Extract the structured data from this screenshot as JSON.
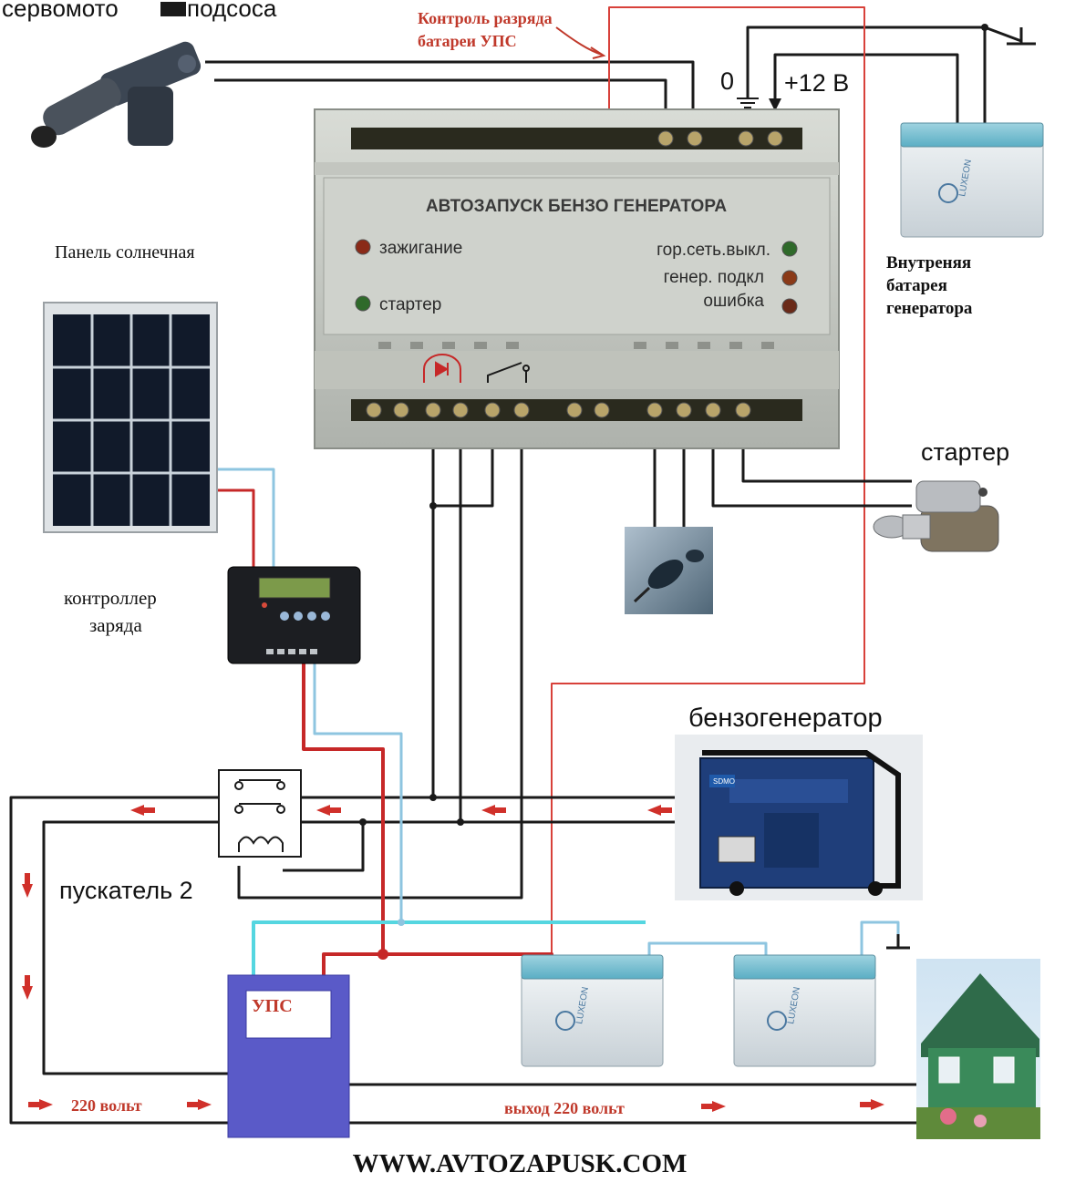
{
  "labels": {
    "servo": "сервомото",
    "servo_tail": "подсоса",
    "discharge_control_1": "Контроль разряда",
    "discharge_control_2": "батареи УПС",
    "zero": "0",
    "plus12": "+12 В",
    "solar_panel": "Панель солнечная",
    "internal_battery_1": "Внутреняя",
    "internal_battery_2": "батарея",
    "internal_battery_3": "генератора",
    "starter": "стартер",
    "charge_controller_1": "контроллер",
    "charge_controller_2": "заряда",
    "generator": "бензогенератор",
    "contactor": "пускатель 2",
    "ups": "УПС",
    "in_220": "220 вольт",
    "out_220": "выход 220 вольт",
    "website": "WWW.AVTOZAPUSK.COM"
  },
  "module": {
    "title": "АВТОЗАПУСК БЕНЗО ГЕНЕРАТОРА",
    "led_ignition": "зажигание",
    "led_starter": "стартер",
    "led_mains_off": "гор.сеть.выкл.",
    "led_gen_on": "генер. подкл",
    "led_error": "ошибка"
  },
  "battery_brand": "LUXEON",
  "generator_brand": "SDMO",
  "colors": {
    "wire_black": "#1a1a1a",
    "wire_red": "#c62828",
    "wire_lightblue": "#8ec5e0",
    "wire_cyan": "#55d6e0",
    "wire_thin_red": "#d8413a",
    "ups_body": "#5a5ac8",
    "arrow_red": "#d0302a",
    "annotation_red": "#c0392b"
  }
}
